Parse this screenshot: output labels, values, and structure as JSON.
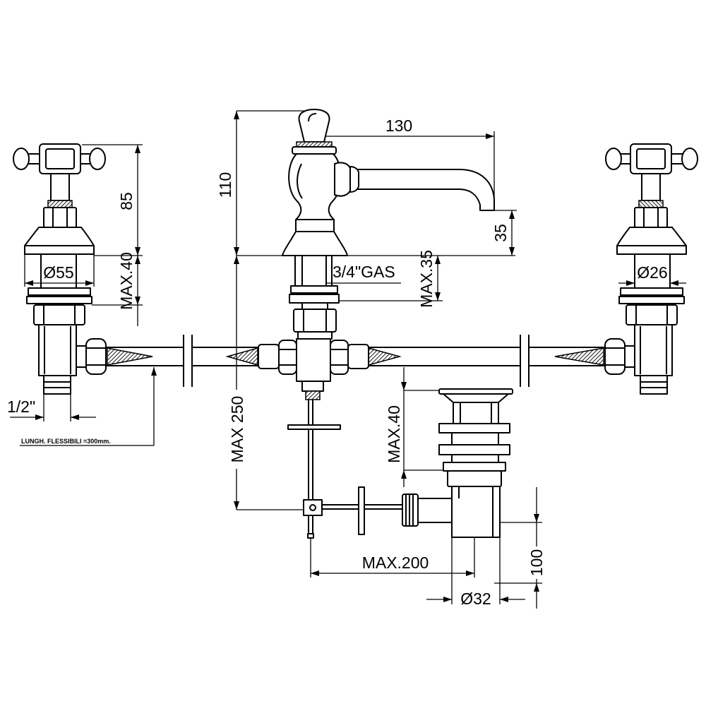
{
  "labels": {
    "spout_reach": "130",
    "spout_height": "110",
    "handle_height": "85",
    "spout_outlet_height": "35",
    "left_flange_diameter": "Ø55",
    "left_deck_thickness": "MAX.40",
    "spout_thread": "3/4\"GAS",
    "spout_deck_thickness": "MAX.35",
    "right_shank_diameter": "Ø26",
    "valve_outlet_thread": "1/2\"",
    "hose_length": "LUNGH. FLESSIBILI =300mm.",
    "max_drop": "MAX 250",
    "waste_deck_thickness": "MAX.40",
    "rod_distance": "MAX.200",
    "waste_length": "100",
    "waste_diameter": "Ø32"
  }
}
